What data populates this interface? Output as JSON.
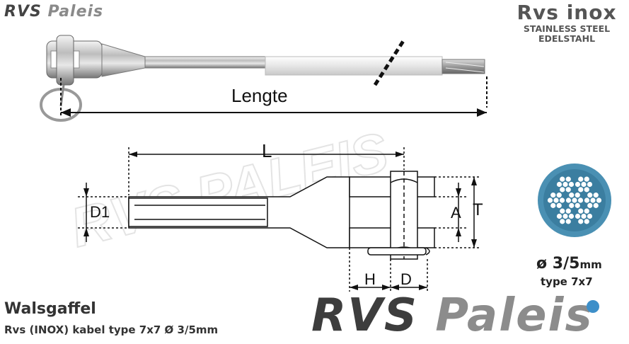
{
  "logo_small": {
    "part1": "RVS",
    "part2": "Paleis"
  },
  "brand": {
    "line1": "Rvs inox",
    "line2": "STAINLESS STEEL",
    "line3": "EDELSTAHL"
  },
  "labels": {
    "length": "Lengte",
    "L": "L",
    "D1": "D1",
    "A": "A",
    "T": "T",
    "H": "H",
    "D": "D"
  },
  "cable": {
    "size_prefix": "ø",
    "size": "3/5",
    "unit": "mm",
    "type": "type 7x7"
  },
  "product": {
    "title": "Walsgaffel",
    "subtitle": "Rvs (INOX) kabel type 7x7 Ø 3/5mm"
  },
  "logo_big": {
    "part1": "RVS",
    "part2": "Paleis"
  },
  "colors": {
    "accent": "#3d8fc9",
    "cable_circle": "#4a90b3",
    "dark": "#3d3d3d",
    "grey": "#8c8c8c"
  }
}
